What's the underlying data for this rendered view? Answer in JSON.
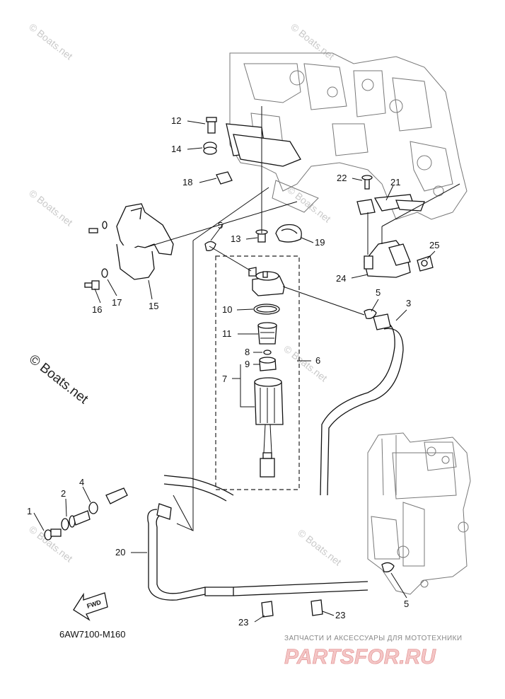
{
  "diagram": {
    "code": "6AW7100-M160",
    "fwd_label": "FWD",
    "watermark": "© Boats.net",
    "watermark_big": "© Boats.net",
    "brand_subtitle": "ЗАПЧАСТИ И АКСЕССУАРЫ ДЛЯ МОТОТЕХНИКИ",
    "brand_name": "PARTSFOR.RU",
    "callouts": [
      "1",
      "2",
      "3",
      "4",
      "5",
      "5",
      "5",
      "6",
      "7",
      "8",
      "9",
      "10",
      "11",
      "12",
      "13",
      "14",
      "15",
      "16",
      "17",
      "18",
      "19",
      "20",
      "21",
      "22",
      "23",
      "23",
      "24",
      "25"
    ]
  },
  "colors": {
    "line": "#111111",
    "engine": "#777777",
    "watermark": "#c9c9c9",
    "brand": "#e08a8a"
  }
}
